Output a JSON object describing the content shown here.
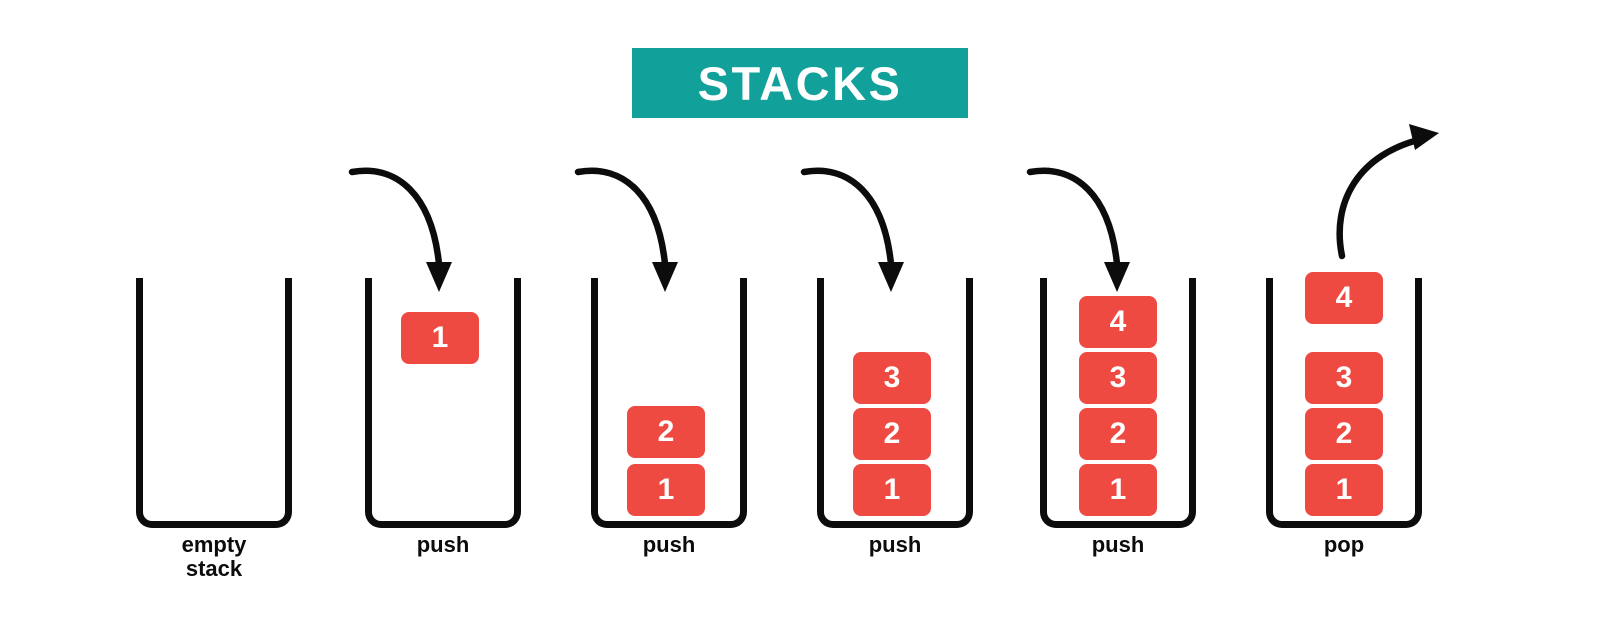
{
  "title": {
    "text": "STACKS",
    "banner_color": "#12A19A",
    "text_color": "#ffffff"
  },
  "palette": {
    "block_fill": "#EF4A42",
    "block_text": "#ffffff",
    "outline": "#0c0c0c",
    "background": "#ffffff",
    "accent_teal": "#12A19A"
  },
  "chart_data": {
    "type": "diagram",
    "title": "STACKS",
    "description": "Six stack states illustrating push and pop operations",
    "stages": [
      {
        "caption": "empty\nstack",
        "operation": "none",
        "blocks": [],
        "arrow": "none"
      },
      {
        "caption": "push",
        "operation": "push",
        "blocks": [
          "1"
        ],
        "arrow": "in"
      },
      {
        "caption": "push",
        "operation": "push",
        "blocks": [
          "2",
          "1"
        ],
        "arrow": "in"
      },
      {
        "caption": "push",
        "operation": "push",
        "blocks": [
          "3",
          "2",
          "1"
        ],
        "arrow": "in"
      },
      {
        "caption": "push",
        "operation": "push",
        "blocks": [
          "4",
          "3",
          "2",
          "1"
        ],
        "arrow": "in"
      },
      {
        "caption": "pop",
        "operation": "pop",
        "blocks": [
          "4",
          "3",
          "2",
          "1"
        ],
        "arrow": "out"
      }
    ]
  },
  "stacks": [
    {
      "caption": "empty\nstack",
      "blocks": []
    },
    {
      "caption": "push",
      "blocks": [
        {
          "value": "1"
        }
      ]
    },
    {
      "caption": "push",
      "blocks": [
        {
          "value": "2"
        },
        {
          "value": "1"
        }
      ]
    },
    {
      "caption": "push",
      "blocks": [
        {
          "value": "3"
        },
        {
          "value": "2"
        },
        {
          "value": "1"
        }
      ]
    },
    {
      "caption": "push",
      "blocks": [
        {
          "value": "4"
        },
        {
          "value": "3"
        },
        {
          "value": "2"
        },
        {
          "value": "1"
        }
      ]
    },
    {
      "caption": "pop",
      "blocks": [
        {
          "value": "4"
        },
        {
          "value": "3"
        },
        {
          "value": "2"
        },
        {
          "value": "1"
        }
      ]
    }
  ]
}
